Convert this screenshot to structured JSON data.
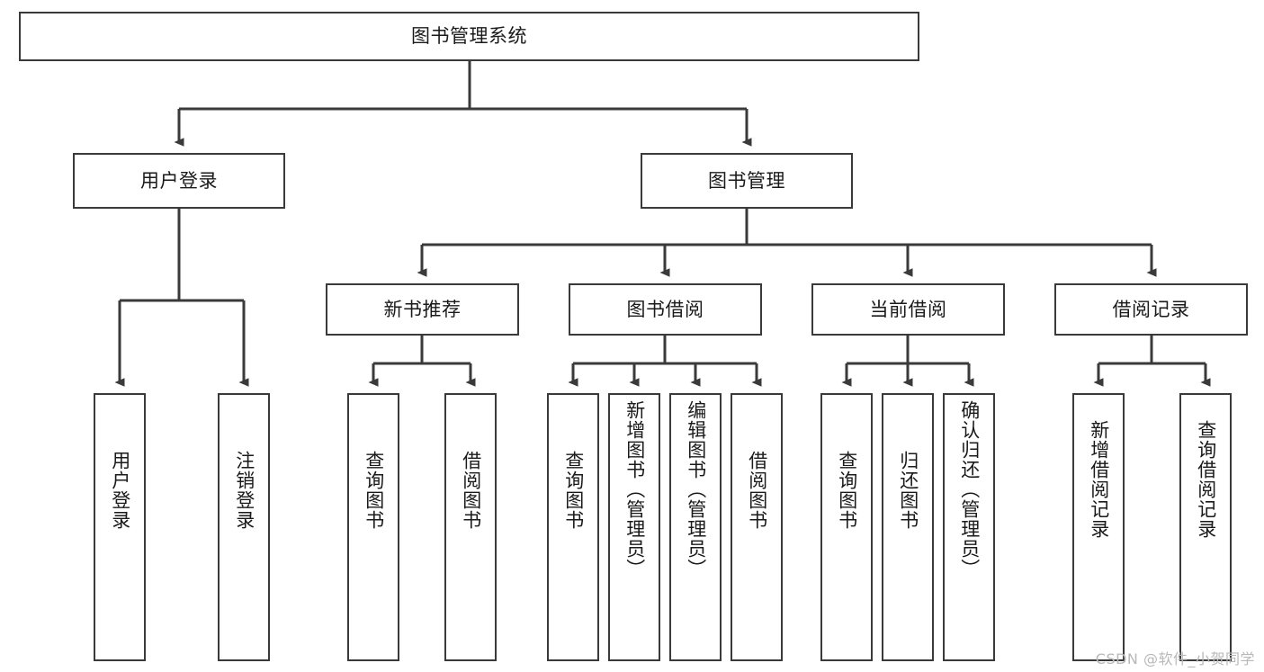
{
  "diagram": {
    "type": "tree-hierarchy-chart",
    "root": {
      "id": "root",
      "label": "图书管理系统"
    },
    "level2": [
      {
        "id": "user-login",
        "label": "用户登录"
      },
      {
        "id": "book-management",
        "label": "图书管理"
      }
    ],
    "level3": [
      {
        "id": "new-book-recommend",
        "label": "新书推荐",
        "parent": "book-management"
      },
      {
        "id": "book-borrow",
        "label": "图书借阅",
        "parent": "book-management"
      },
      {
        "id": "current-borrow",
        "label": "当前借阅",
        "parent": "book-management"
      },
      {
        "id": "borrow-record",
        "label": "借阅记录",
        "parent": "book-management"
      }
    ],
    "leaves": [
      {
        "id": "leaf-user-login",
        "label": "用户登录",
        "parent": "user-login"
      },
      {
        "id": "leaf-logout-login",
        "label": "注销登录",
        "parent": "user-login"
      },
      {
        "id": "leaf-query-book-1",
        "label": "查询图书",
        "parent": "new-book-recommend"
      },
      {
        "id": "leaf-borrow-book-1",
        "label": "借阅图书",
        "parent": "new-book-recommend"
      },
      {
        "id": "leaf-query-book-2",
        "label": "查询图书",
        "parent": "book-borrow"
      },
      {
        "id": "leaf-add-book",
        "label": "新增图书（管理员）",
        "parent": "book-borrow"
      },
      {
        "id": "leaf-edit-book",
        "label": "编辑图书（管理员）",
        "parent": "book-borrow"
      },
      {
        "id": "leaf-borrow-book-2",
        "label": "借阅图书",
        "parent": "book-borrow"
      },
      {
        "id": "leaf-query-book-3",
        "label": "查询图书",
        "parent": "current-borrow"
      },
      {
        "id": "leaf-return-book",
        "label": "归还图书",
        "parent": "current-borrow"
      },
      {
        "id": "leaf-confirm-return",
        "label": "确认归还（管理员）",
        "parent": "current-borrow"
      },
      {
        "id": "leaf-add-record",
        "label": "新增借阅记录",
        "parent": "borrow-record"
      },
      {
        "id": "leaf-query-record",
        "label": "查询借阅记录",
        "parent": "borrow-record"
      }
    ]
  },
  "watermark": {
    "text": "CSDN @软件_小贺同学"
  },
  "colors": {
    "stroke": "#3a3a3a",
    "text": "#1a1a1a",
    "background": "#ffffff",
    "watermark": "#b8b8b8"
  }
}
